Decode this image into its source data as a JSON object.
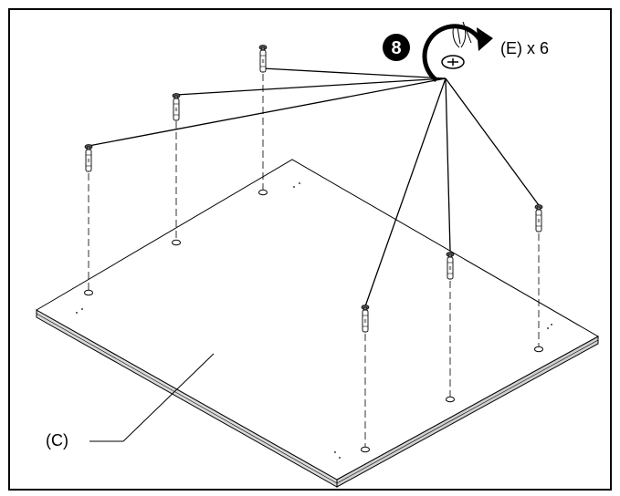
{
  "step": {
    "number": "8"
  },
  "labels": {
    "part_c": "(C)",
    "part_e_qty": "(E) x 6"
  },
  "icons": {
    "badge": "step-number-badge",
    "rotate": "clockwise-rotate-arrow-icon",
    "hand": "finger-twist-icon",
    "screw": "screw-head-icon"
  },
  "colors": {
    "line": "#000000",
    "background": "#ffffff",
    "panel": "#ffffff"
  }
}
